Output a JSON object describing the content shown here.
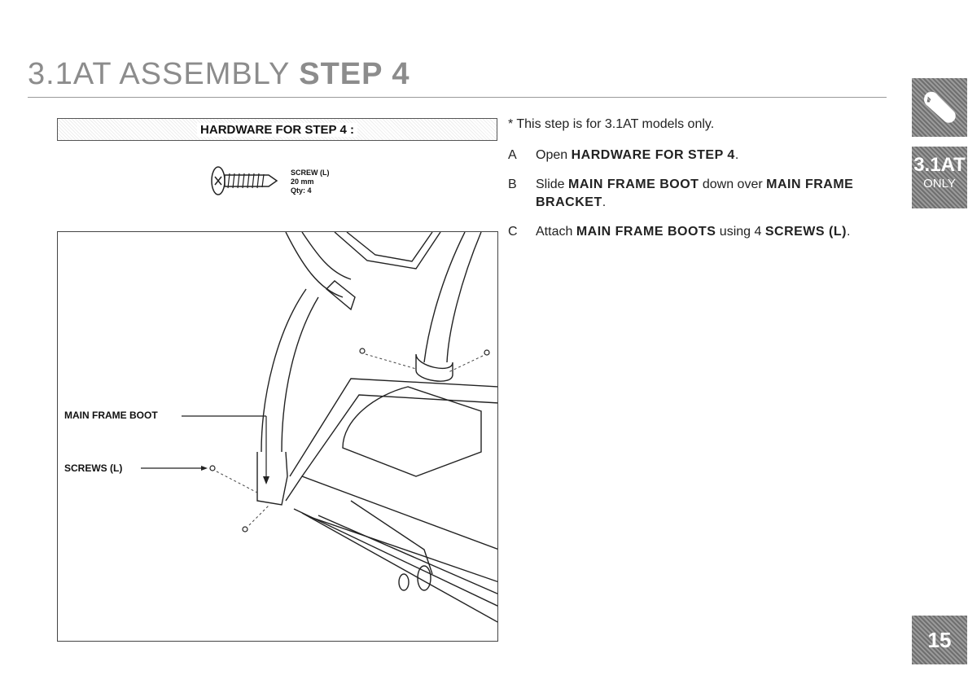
{
  "header": {
    "title_light": "3.1AT ASSEMBLY ",
    "title_bold": "STEP 4"
  },
  "hardware": {
    "box_label": "HARDWARE FOR STEP 4 :",
    "item_name": "SCREW (L)",
    "item_size": "20 mm",
    "item_qty": "Qty: 4"
  },
  "illustration": {
    "label_boot": "MAIN FRAME BOOT",
    "label_screws": "SCREWS (L)"
  },
  "instructions": {
    "note": "* This step is for 3.1AT models only.",
    "steps": [
      {
        "letter": "A",
        "pre": "Open ",
        "b1": "HARDWARE FOR STEP 4",
        "mid": ".",
        "b2": "",
        "post": ""
      },
      {
        "letter": "B",
        "pre": "Slide ",
        "b1": "MAIN FRAME BOOT",
        "mid": " down over ",
        "b2": "MAIN FRAME BRACKET",
        "post": "."
      },
      {
        "letter": "C",
        "pre": "Attach ",
        "b1": "MAIN FRAME BOOTS",
        "mid": " using 4 ",
        "b2": "SCREWS (L)",
        "post": "."
      }
    ]
  },
  "side_tabs": {
    "tool_icon": "wrench-icon",
    "model_line1": "3.1AT",
    "model_line2": "ONLY",
    "page_number": "15"
  },
  "colors": {
    "title_gray": "#8c8c8c",
    "tab_gray": "#7f7f7f",
    "rule": "#9a9a9a"
  }
}
